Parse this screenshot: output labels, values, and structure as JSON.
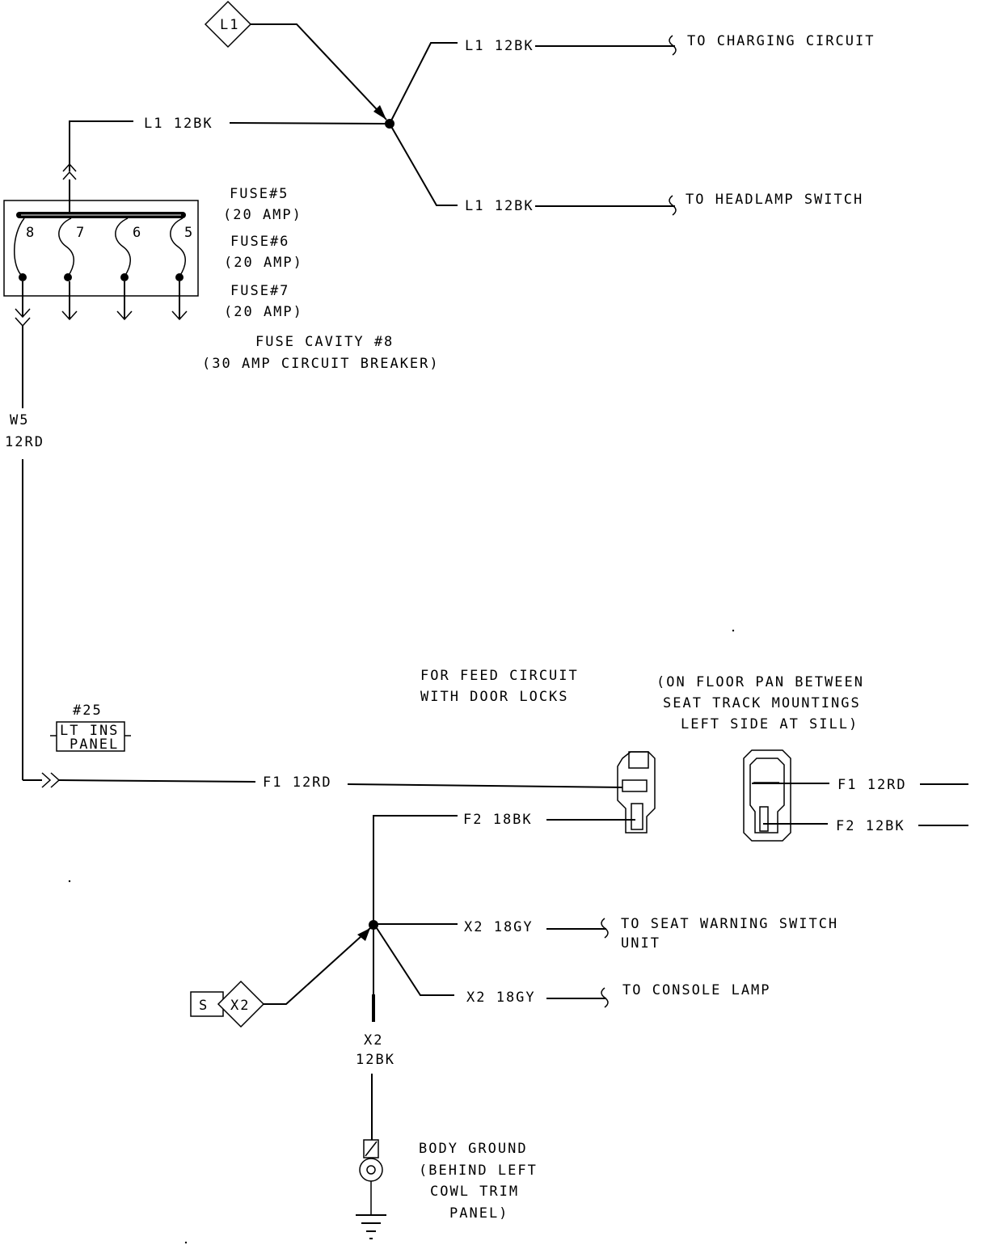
{
  "connector_l1": "L1",
  "wires": {
    "l1_charging": "L1 12BK",
    "l1_headlamp": "L1 12BK",
    "l1_fuse": "L1 12BK",
    "w5_a": "W5",
    "w5_b": "12RD",
    "f1_left": "F1 12RD",
    "f2_left": "F2 18BK",
    "x2_seat": "X2 18GY",
    "x2_console": "X2 18GY",
    "x2_gnd_a": "X2",
    "x2_gnd_b": "12BK",
    "f1_right": "F1 12RD",
    "f2_right": "F2 12BK"
  },
  "destinations": {
    "charging": "TO CHARGING CIRCUIT",
    "headlamp": "TO HEADLAMP SWITCH",
    "seat_1": "TO SEAT WARNING SWITCH",
    "seat_2": "UNIT",
    "console": "TO CONSOLE LAMP"
  },
  "fuse_block": {
    "cavities": [
      "8",
      "7",
      "6",
      "5"
    ],
    "fuse5_a": "FUSE#5",
    "fuse5_b": "(20 AMP)",
    "fuse6_a": "FUSE#6",
    "fuse6_b": "(20 AMP)",
    "fuse7_a": "FUSE#7",
    "fuse7_b": "(20 AMP)",
    "cavity8_a": "FUSE CAVITY #8",
    "cavity8_b": "(30 AMP CIRCUIT BREAKER)"
  },
  "lt_ins_panel": {
    "number": "#25",
    "line1": "LT INS",
    "line2": "PANEL"
  },
  "notes": {
    "feed_1": "FOR FEED CIRCUIT",
    "feed_2": "WITH DOOR LOCKS",
    "floor_1": "(ON FLOOR PAN BETWEEN",
    "floor_2": "SEAT TRACK MOUNTINGS",
    "floor_3": "LEFT SIDE AT SILL)"
  },
  "splice_x2": {
    "tag": "S",
    "label": "X2"
  },
  "ground": {
    "line1": "BODY GROUND",
    "line2": "(BEHIND LEFT",
    "line3": "COWL TRIM",
    "line4": "PANEL)"
  }
}
